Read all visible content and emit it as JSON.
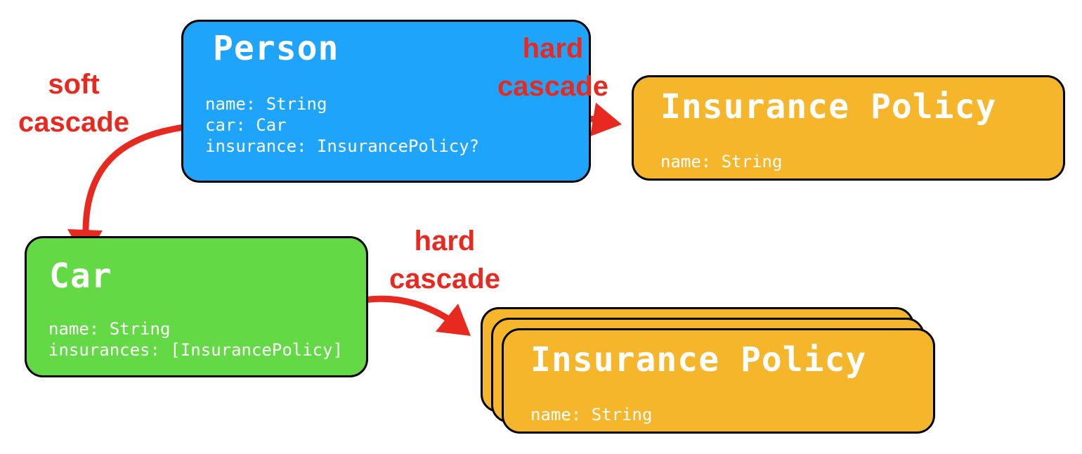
{
  "person": {
    "title": "Person",
    "fields": [
      "name: String",
      "car: Car",
      "insurance: InsurancePolicy?"
    ],
    "color": "#1ea4fb"
  },
  "policy_single": {
    "title": "Insurance Policy",
    "fields": [
      "name: String"
    ],
    "color": "#f6b62b"
  },
  "car": {
    "title": "Car",
    "fields": [
      "name: String",
      "insurances: [InsurancePolicy]"
    ],
    "color": "#63d946"
  },
  "policy_stack": {
    "title": "Insurance Policy",
    "fields": [
      "name: String"
    ],
    "color": "#f6b62b"
  },
  "edges": [
    {
      "lines": [
        "soft",
        "cascade"
      ],
      "color": "#e8291f"
    },
    {
      "lines": [
        "hard",
        "cascade"
      ],
      "color": "#e8291f"
    },
    {
      "lines": [
        "hard",
        "cascade"
      ],
      "color": "#e8291f"
    }
  ]
}
